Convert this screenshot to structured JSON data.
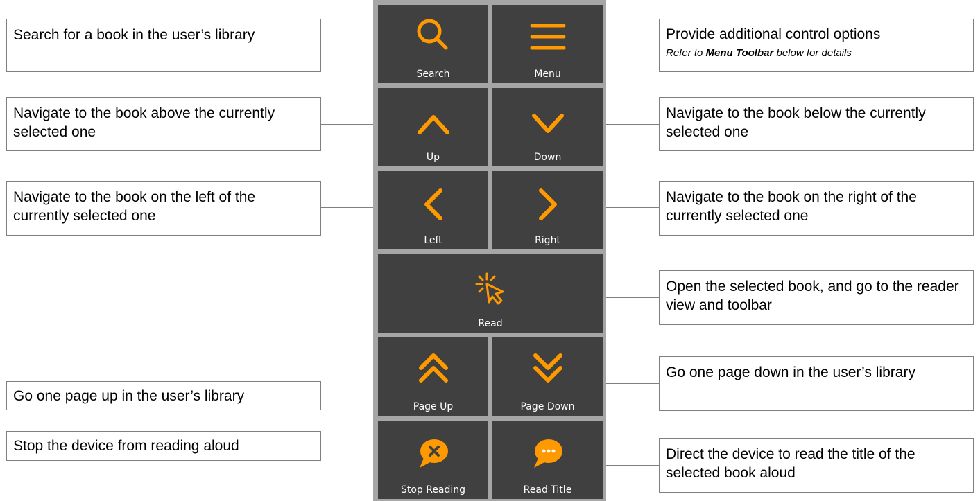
{
  "colors": {
    "accent": "#ff9900",
    "button_bg": "#404040",
    "panel_bg": "#a6a6a6",
    "connector": "#7f7f7f"
  },
  "buttons": [
    {
      "id": "search",
      "label": "Search",
      "icon": "search-icon"
    },
    {
      "id": "menu",
      "label": "Menu",
      "icon": "menu-icon"
    },
    {
      "id": "up",
      "label": "Up",
      "icon": "chevron-up-icon"
    },
    {
      "id": "down",
      "label": "Down",
      "icon": "chevron-down-icon"
    },
    {
      "id": "left",
      "label": "Left",
      "icon": "chevron-left-icon"
    },
    {
      "id": "right",
      "label": "Right",
      "icon": "chevron-right-icon"
    },
    {
      "id": "read",
      "label": "Read",
      "icon": "cursor-click-icon"
    },
    {
      "id": "page_up",
      "label": "Page Up",
      "icon": "double-chevron-up-icon"
    },
    {
      "id": "page_down",
      "label": "Page Down",
      "icon": "double-chevron-down-icon"
    },
    {
      "id": "stop_reading",
      "label": "Stop Reading",
      "icon": "speech-bubble-x-icon"
    },
    {
      "id": "read_title",
      "label": "Read Title",
      "icon": "speech-bubble-ellipsis-icon"
    }
  ],
  "descriptions": {
    "search": "Search for a book in the user’s library",
    "menu": "Provide additional control options",
    "menu_note_prefix": "Refer to ",
    "menu_note_bold": "Menu Toolbar",
    "menu_note_suffix": " below for details",
    "up": "Navigate to the book above the currently selected one",
    "down": "Navigate to the book below the currently selected one",
    "left": "Navigate to the book on the left of the currently selected one",
    "right": "Navigate to the book on the right of the currently selected one",
    "read": "Open the selected book, and go to the reader view and toolbar",
    "page_up": "Go one page up in the user’s library",
    "page_down": "Go one page down in the user’s library",
    "stop_reading": "Stop the device from reading aloud",
    "read_title": "Direct the device to read the title of the selected book aloud"
  }
}
